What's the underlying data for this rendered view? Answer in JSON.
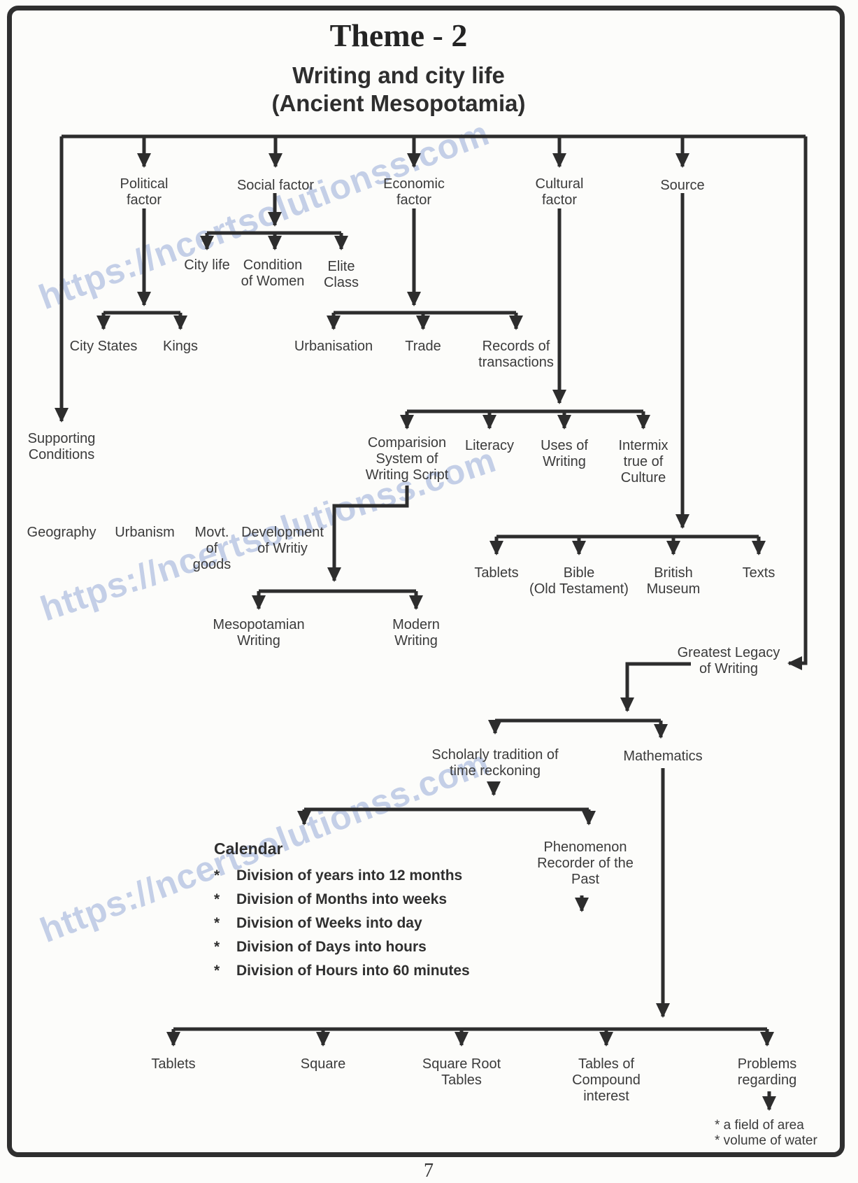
{
  "page": {
    "number": "7",
    "watermark": "https://ncertsolutionss.com"
  },
  "title": {
    "line1": "Theme - 2",
    "line2": "Writing and city life",
    "line3": "(Ancient Mesopotamia)"
  },
  "nodes": {
    "political": "Political\nfactor",
    "social": "Social factor",
    "economic": "Economic\nfactor",
    "cultural": "Cultural\nfactor",
    "source": "Source",
    "city_life": "City life",
    "condition_of_women": "Condition\nof Women",
    "elite_class": "Elite\nClass",
    "city_states": "City States",
    "kings": "Kings",
    "urbanisation": "Urbanisation",
    "trade": "Trade",
    "records_of_transactions": "Records of\ntransactions",
    "supporting_conditions": "Supporting\nConditions",
    "geography": "Geography",
    "urbanism": "Urbanism",
    "movt_of_goods": "Movt.\nof\ngoods",
    "development_of_writiy": "Development\nof Writiy",
    "comparision_system": "Comparision\nSystem of\nWriting Script",
    "literacy": "Literacy",
    "uses_of_writing": "Uses of\nWriting",
    "intermix_true_of_culture": "Intermix\ntrue  of\nCulture",
    "tablets_source": "Tablets",
    "bible": "Bible\n(Old Testament)",
    "british_museum": "British\nMuseum",
    "texts": "Texts",
    "mesopotamian_writing": "Mesopotamian\nWriting",
    "modern_writing": "Modern\nWriting",
    "greatest_legacy": "Greatest Legacy\nof Writing",
    "scholarly_tradition": "Scholarly tradition of\ntime reckoning",
    "mathematics": "Mathematics",
    "phenomenon_recorder": "Phenomenon\nRecorder of the\nPast",
    "tablets_math": "Tablets",
    "square": "Square",
    "square_root_tables": "Square Root\nTables",
    "tables_of_compound_interest": "Tables of\nCompound\ninterest",
    "problems_regarding": "Problems\nregarding",
    "problems_notes": "* a field of area\n* volume of water"
  },
  "calendar": {
    "title": "Calendar",
    "bullet": "*",
    "items": [
      "Division of years into 12 months",
      "Division of Months into weeks",
      "Division of Weeks into day",
      "Division of Days into hours",
      "Division of Hours into 60 minutes"
    ]
  }
}
